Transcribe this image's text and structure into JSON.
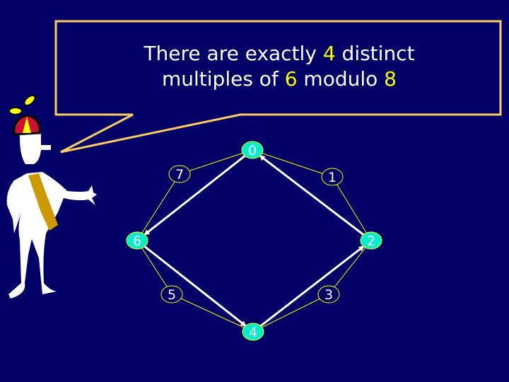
{
  "caption": {
    "line1_pre": "There are exactly ",
    "line1_num": "4",
    "line1_post": " distinct",
    "line2_pre": "multiples of ",
    "line2_num": "6",
    "line2_mid": " modulo ",
    "line2_num2": "8"
  },
  "colors": {
    "background": "#000066",
    "bubble": "#ffcc66",
    "highlight": "#00eecc",
    "ring": "#ffff00",
    "arrow": "#ffffff"
  },
  "nodes": [
    {
      "label": "0",
      "highlighted": true
    },
    {
      "label": "1",
      "highlighted": false
    },
    {
      "label": "2",
      "highlighted": true
    },
    {
      "label": "3",
      "highlighted": false
    },
    {
      "label": "4",
      "highlighted": true
    },
    {
      "label": "5",
      "highlighted": false
    },
    {
      "label": "6",
      "highlighted": true
    },
    {
      "label": "7",
      "highlighted": false
    }
  ],
  "arrows": [
    [
      "0",
      "6"
    ],
    [
      "6",
      "4"
    ],
    [
      "4",
      "2"
    ],
    [
      "2",
      "0"
    ]
  ]
}
